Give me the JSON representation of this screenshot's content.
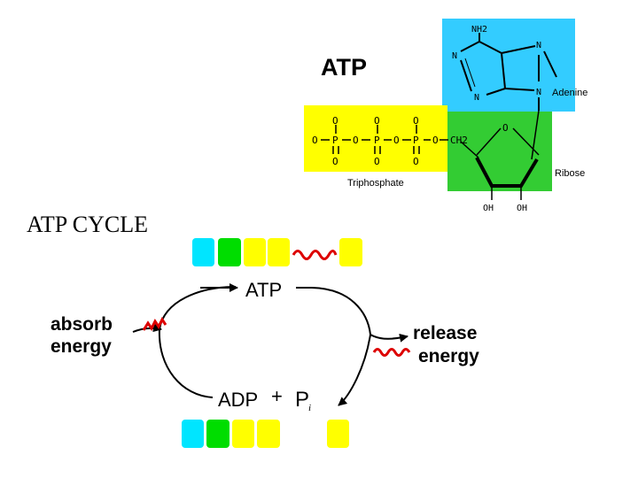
{
  "slide": {
    "title": "ATP CYCLE"
  },
  "structure": {
    "heading": "ATP",
    "adenine_label": "Adenine",
    "ribose_label": "Ribose",
    "triphosphate_label": "Triphosphate",
    "nh2": "NH2",
    "nitrogen": "N",
    "oxygen": "O",
    "phosphorus": "P",
    "ch2": "CH2",
    "hydroxyl": "OH",
    "colors": {
      "adenine_bg": "#33ccff",
      "ribose_bg": "#33cc33",
      "phosphate_bg": "#ffff00"
    }
  },
  "cycle": {
    "atp_label": "ATP",
    "absorb_label_1": "absorb",
    "absorb_label_2": "energy",
    "release_label_1": "release",
    "release_label_2": "energy",
    "adp_label": "ADP",
    "plus": "+",
    "pi_label": "P",
    "pi_sub": "i",
    "colors": {
      "adenine_block": "#00e5ff",
      "ribose_block": "#00dd00",
      "phosphate_block": "#ffff00",
      "energy_squiggle": "#dd0000"
    }
  }
}
